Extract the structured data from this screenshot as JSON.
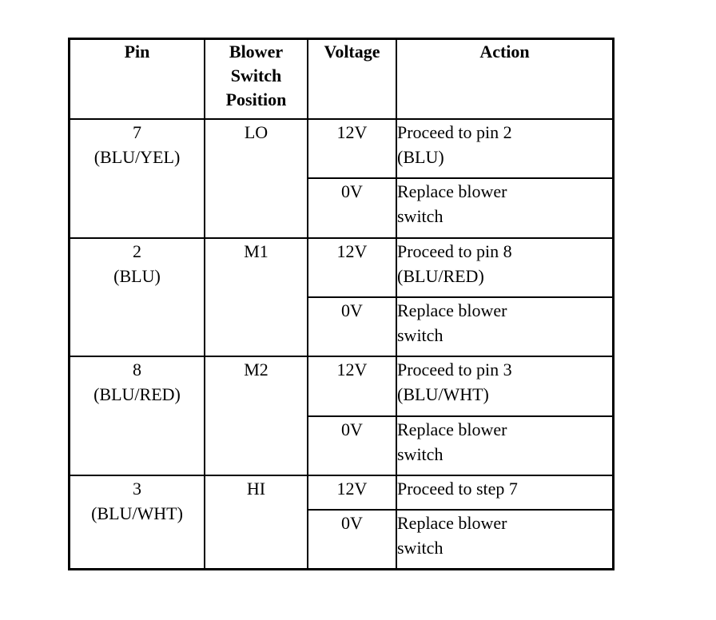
{
  "table": {
    "name": "blower-switch-pin-voltage-diagnostic-table",
    "columns": [
      {
        "key": "pin",
        "header": "Pin"
      },
      {
        "key": "switch",
        "header": "Blower Switch Position"
      },
      {
        "key": "voltage",
        "header": "Voltage"
      },
      {
        "key": "action",
        "header": "Action"
      }
    ],
    "headers": {
      "pin": "Pin",
      "switch_line1": "Blower",
      "switch_line2": "Switch",
      "switch_line3": "Position",
      "voltage": "Voltage",
      "action": "Action"
    },
    "rows": [
      {
        "pin_number": "7",
        "pin_wire": "(BLU/YEL)",
        "switch_position": "LO",
        "conditions": [
          {
            "voltage": "12V",
            "action_line1": "Proceed to pin 2",
            "action_line2": "(BLU)"
          },
          {
            "voltage": "0V",
            "action_line1": "Replace blower",
            "action_line2": "switch"
          }
        ]
      },
      {
        "pin_number": "2",
        "pin_wire": "(BLU)",
        "switch_position": "M1",
        "conditions": [
          {
            "voltage": "12V",
            "action_line1": "Proceed to pin 8",
            "action_line2": "(BLU/RED)"
          },
          {
            "voltage": "0V",
            "action_line1": "Replace blower",
            "action_line2": "switch"
          }
        ]
      },
      {
        "pin_number": "8",
        "pin_wire": "(BLU/RED)",
        "switch_position": "M2",
        "conditions": [
          {
            "voltage": "12V",
            "action_line1": "Proceed to pin 3",
            "action_line2": "(BLU/WHT)"
          },
          {
            "voltage": "0V",
            "action_line1": "Replace blower",
            "action_line2": "switch"
          }
        ]
      },
      {
        "pin_number": "3",
        "pin_wire": "(BLU/WHT)",
        "switch_position": "HI",
        "conditions": [
          {
            "voltage": "12V",
            "action_line1": "Proceed to step 7",
            "action_line2": ""
          },
          {
            "voltage": "0V",
            "action_line1": "Replace blower",
            "action_line2": "switch"
          }
        ]
      }
    ]
  },
  "colors": {
    "background": "#ffffff",
    "border": "#000000",
    "text": "#000000"
  }
}
